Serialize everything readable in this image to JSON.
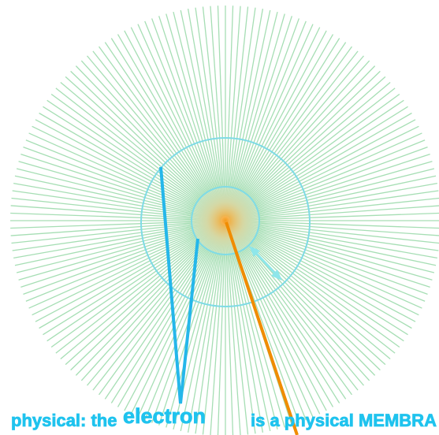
{
  "caption": {
    "part1": "physical: the",
    "part2": "electron",
    "part3": "is a physical MEMBRA"
  },
  "colors": {
    "ray": "#a6deb4",
    "ring": "#7fdbe6",
    "core": "#f7b24a",
    "pointer_blue": "#25b7ea",
    "pointer_orange": "#f08c00",
    "arrow": "#8ee6ea",
    "caption": "#1fc3ee"
  },
  "ray_count": 180
}
